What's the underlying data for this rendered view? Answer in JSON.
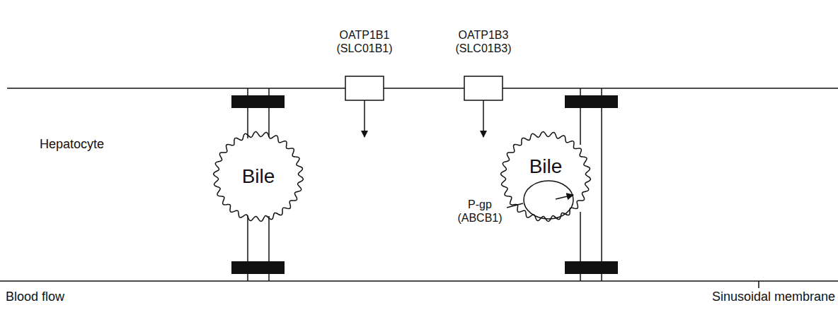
{
  "diagram": {
    "nodes": [
      {
        "text": [
          "Bile"
        ]
      },
      {
        "text": [
          "Bile"
        ]
      }
    ],
    "labels": [
      "OATP1B1 (SLC01B1)",
      "OATP1B3 (SLC01B3)",
      "Hepatocyte",
      "P-gp (ABCB1)",
      "Blood flow",
      "Sinusoidal membrane"
    ]
  }
}
